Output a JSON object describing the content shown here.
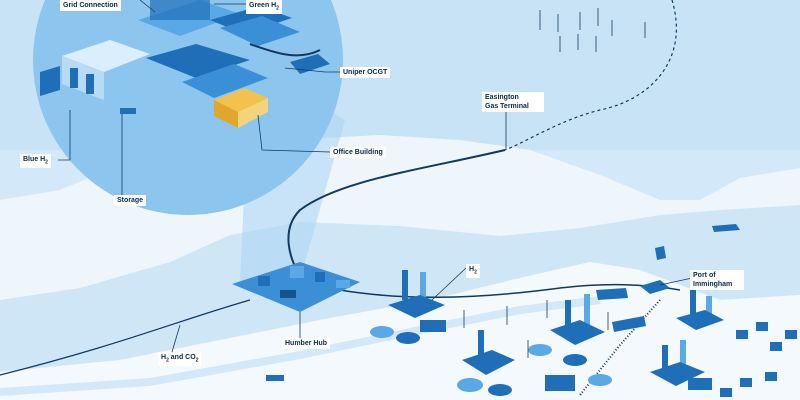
{
  "diagram": {
    "title": "Humber industrial cluster hydrogen illustration",
    "colors": {
      "sea": "#cfe6f7",
      "land": "#f2f8fd",
      "callout": "#8cc6ee",
      "building": "#1f6fb8",
      "building_light": "#5aa8e6",
      "pipeline": "#123a5e",
      "accent": "#f2c14e"
    },
    "labels": {
      "grid_connection": "Grid Connection",
      "green_h2_prefix": "Green H",
      "green_h2_sub": "2",
      "uniper_ocgt": "Uniper OCGT",
      "office_building": "Office Building",
      "blue_h2_prefix": "Blue H",
      "blue_h2_sub": "2",
      "storage": "Storage",
      "easington_line1": "Easington",
      "easington_line2": "Gas Terminal",
      "h2_prefix": "H",
      "h2_sub": "2",
      "port_line1": "Port of",
      "port_line2": "Immingham",
      "humber_hub": "Humber Hub",
      "h2_co2_a": "H",
      "h2_co2_a_sub": "2",
      "h2_co2_mid": " and CO",
      "h2_co2_b_sub": "2"
    }
  }
}
